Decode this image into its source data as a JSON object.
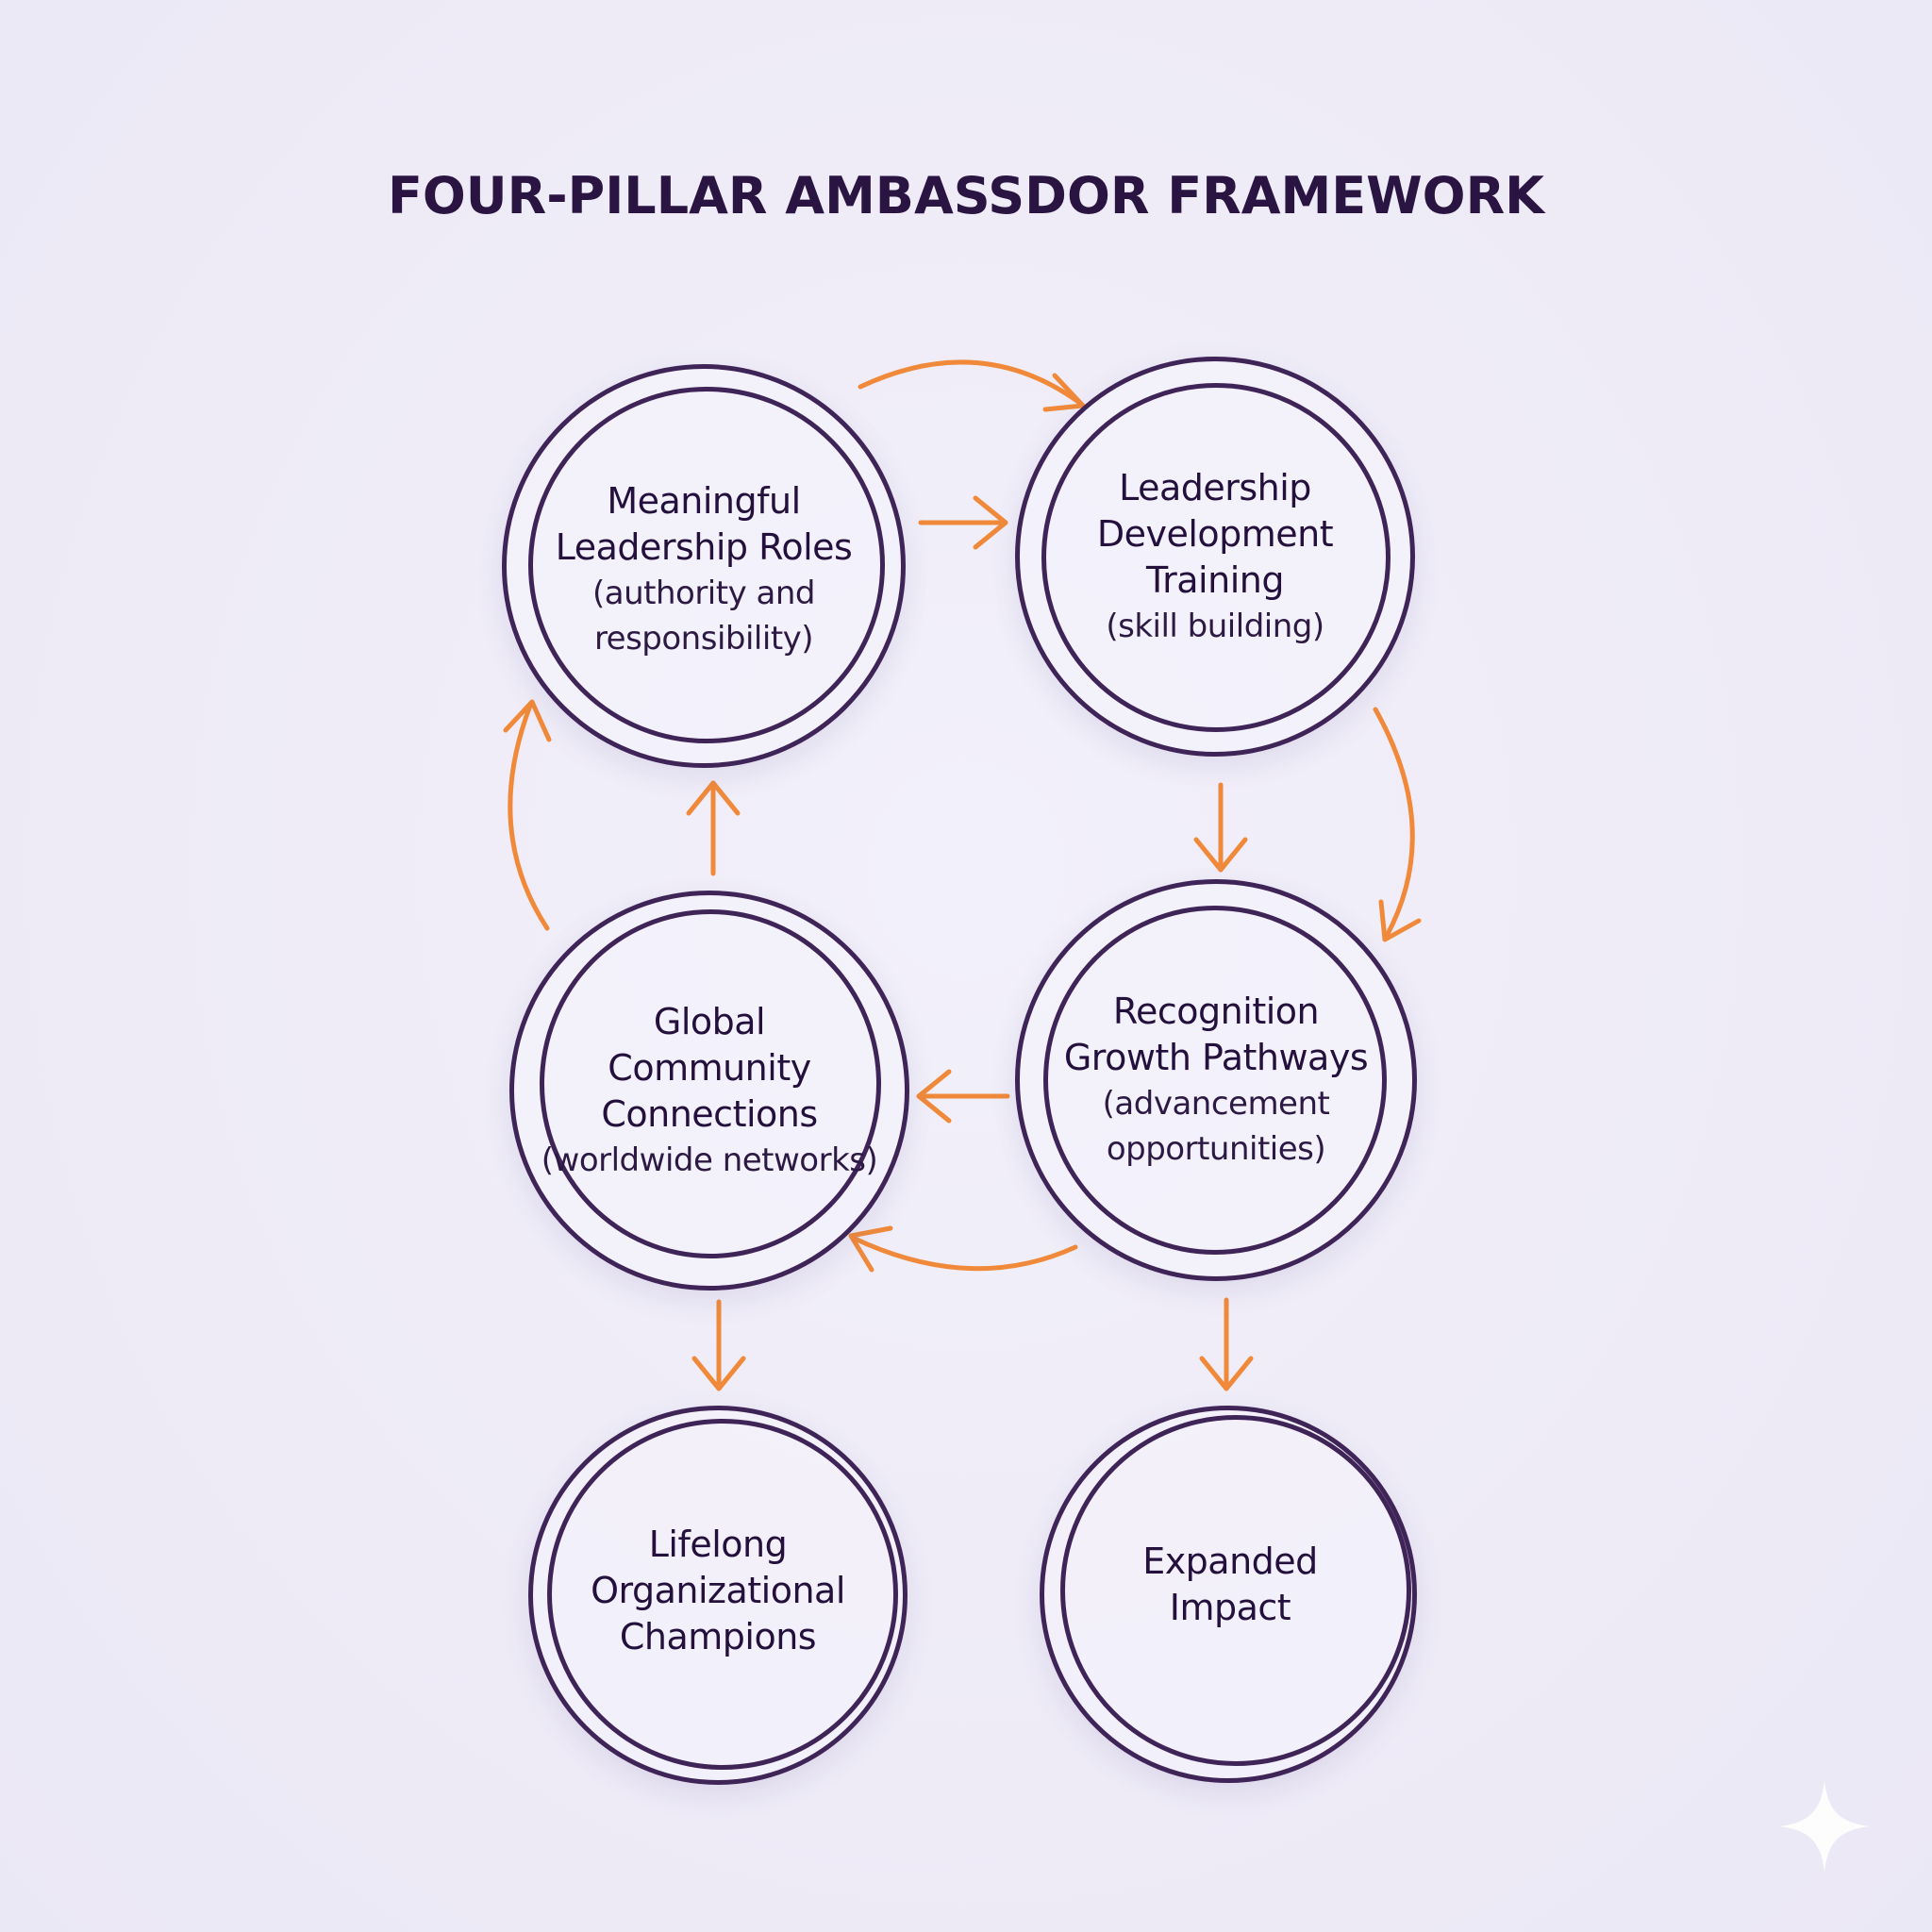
{
  "title": "FOUR-PILLAR AMBASSDOR FRAMEWORK",
  "colors": {
    "background": "#eeebf7",
    "ring": "#3f2458",
    "arrow": "#f08a3a",
    "text": "#24103c"
  },
  "nodes": {
    "leadership_roles": {
      "title": "Meaningful\nLeadership Roles",
      "subtitle": "(authority and\nresponsibility)"
    },
    "development_training": {
      "title": "Leadership\nDevelopment\nTraining",
      "subtitle": "(skill building)"
    },
    "community_connections": {
      "title": "Global\nCommunity\nConnections",
      "subtitle": "(worldwide networks)"
    },
    "recognition_pathways": {
      "title": "Recognition\nGrowth Pathways",
      "subtitle": "(advancement\nopportunities)"
    },
    "lifelong_champions": {
      "title": "Lifelong\nOrganizational\nChampions",
      "subtitle": ""
    },
    "expanded_impact": {
      "title": "Expanded\nImpact",
      "subtitle": ""
    }
  },
  "icons": {
    "sparkle": "sparkle-icon"
  }
}
